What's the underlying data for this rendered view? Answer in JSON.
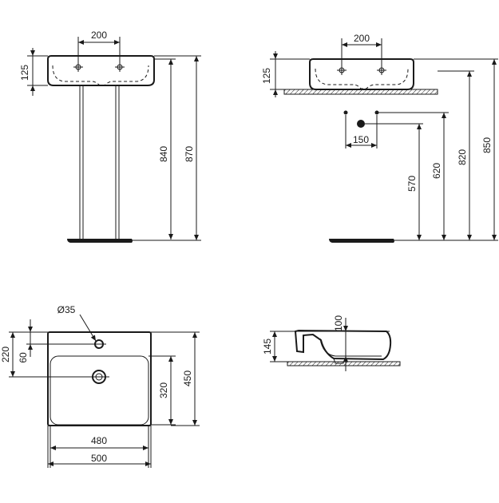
{
  "drawing": {
    "front_view": {
      "dim_tap_spacing": "200",
      "dim_basin_height": "125",
      "dim_rim_height_840": "840",
      "dim_overall_height_870": "870"
    },
    "side_view": {
      "dim_tap_spacing": "200",
      "dim_basin_height": "125",
      "dim_waste_spacing": "150",
      "dim_570": "570",
      "dim_620": "620",
      "dim_820": "820",
      "dim_850": "850"
    },
    "plan_view": {
      "dim_tap_hole": "Ø35",
      "dim_220": "220",
      "dim_60": "60",
      "dim_320": "320",
      "dim_450": "450",
      "dim_480": "480",
      "dim_500": "500"
    },
    "section_view": {
      "dim_145": "145",
      "dim_100": "100"
    }
  }
}
